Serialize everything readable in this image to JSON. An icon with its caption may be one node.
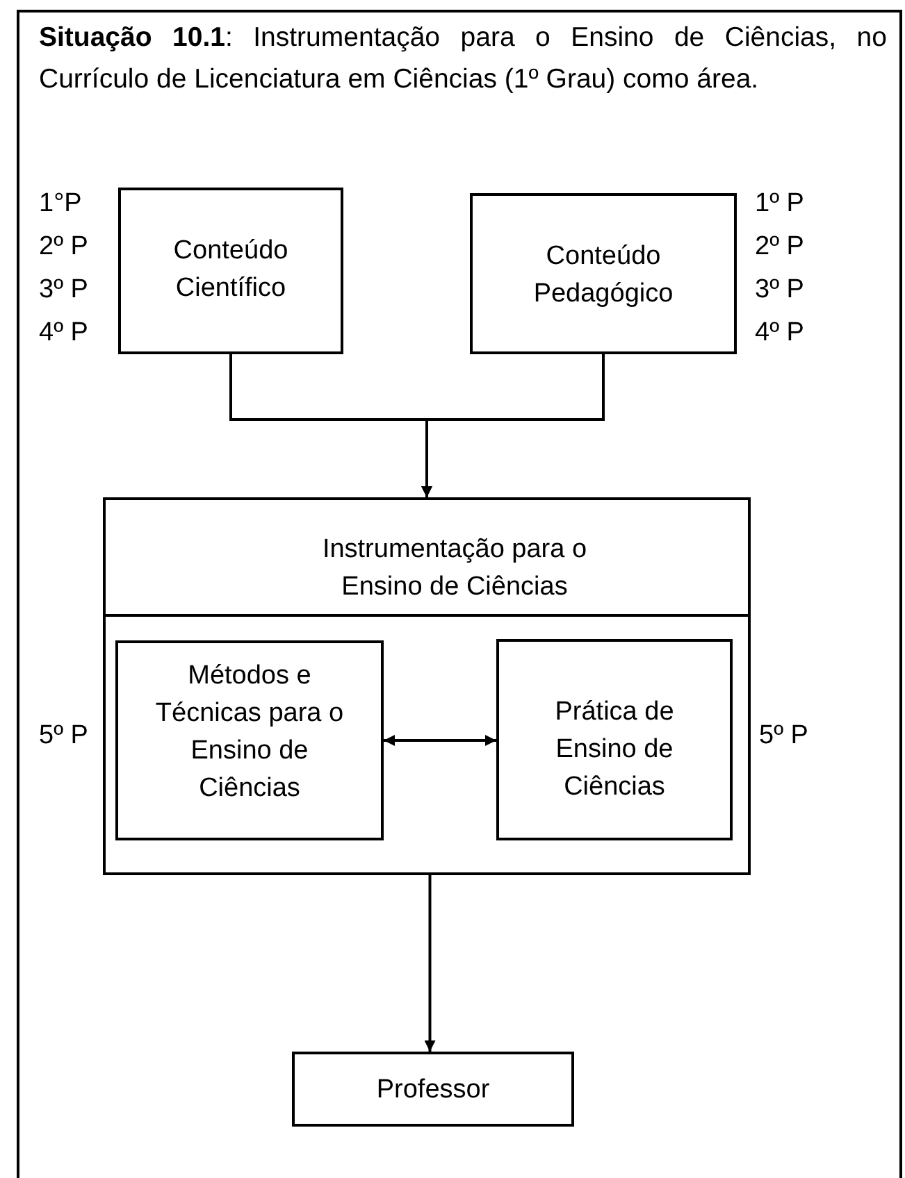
{
  "diagram": {
    "title": "**Situação 10.1**: Instrumentação para o Ensino de Ciências, no Currículo de Licenciatura em Ciências (1º Grau) como área.",
    "nodes": [
      {
        "text": [
          "Conteúdo Científico"
        ]
      },
      {
        "text": [
          "Conteúdo Pedagógico"
        ]
      },
      {
        "text": [
          "Instrumentação para o Ensino de Ciências"
        ]
      },
      {
        "text": [
          "Métodos e Técnicas para o Ensino de Ciências"
        ],
        "in": 2
      },
      {
        "text": [
          "Prática de Ensino de Ciências"
        ],
        "in": 2
      },
      {
        "text": [
          "Professor"
        ]
      }
    ],
    "edges": [
      {
        "from": 0,
        "to": 2,
        "arrow": "to"
      },
      {
        "from": 1,
        "to": 2,
        "arrow": "to"
      },
      {
        "from": 3,
        "to": 4,
        "arrow": "both"
      },
      {
        "from": 2,
        "to": 5,
        "arrow": "to"
      }
    ],
    "labels": [
      "1°P",
      "1º P",
      "2º P",
      "2º P",
      "3º P",
      "3º P",
      "4º P",
      "4º P",
      "5º P",
      "5º P"
    ]
  }
}
